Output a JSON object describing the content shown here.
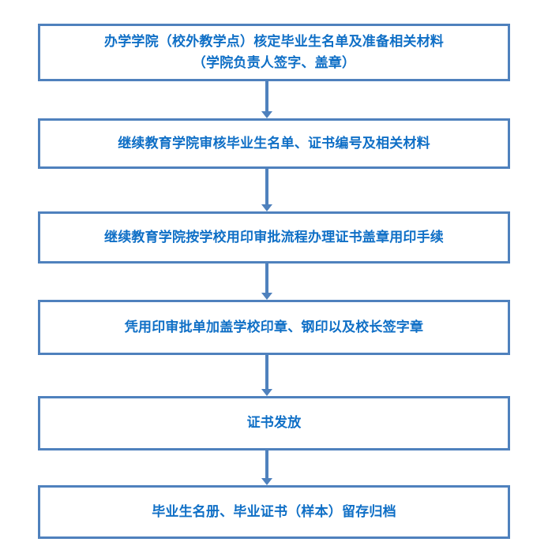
{
  "diagram": {
    "type": "flowchart",
    "orientation": "vertical-top-to-bottom",
    "title": "",
    "colors": {
      "box_border": "#4F81BD",
      "box_fill": "#FFFFFF",
      "text": "#0F6FC6",
      "connector": "#4F81BD",
      "background": "#FFFFFF"
    },
    "nodes": [
      {
        "id": "node-1",
        "label": "办学学院（校外教学点）核定毕业生名单及准备相关材料\n（学院负责人签字、盖章）",
        "shape": "rectangle",
        "lines": 2
      },
      {
        "id": "node-2",
        "label": "继续教育学院审核毕业生名单、证书编号及相关材料",
        "shape": "rectangle",
        "lines": 1
      },
      {
        "id": "node-3",
        "label": "继续教育学院按学校用印审批流程办理证书盖章用印手续",
        "shape": "rectangle",
        "lines": 1
      },
      {
        "id": "node-4",
        "label": "凭用印审批单加盖学校印章、钢印以及校长签字章",
        "shape": "rectangle",
        "lines": 1
      },
      {
        "id": "node-5",
        "label": "证书发放",
        "shape": "rectangle",
        "lines": 1
      },
      {
        "id": "node-6",
        "label": "毕业生名册、毕业证书（样本）留存归档",
        "shape": "rectangle",
        "lines": 1
      }
    ],
    "edges": [
      {
        "id": "edge-1",
        "from": "node-1",
        "to": "node-2",
        "label": "",
        "arrow": "down-arrow"
      },
      {
        "id": "edge-2",
        "from": "node-2",
        "to": "node-3",
        "label": "",
        "arrow": "down-arrow"
      },
      {
        "id": "edge-3",
        "from": "node-3",
        "to": "node-4",
        "label": "",
        "arrow": "down-arrow"
      },
      {
        "id": "edge-4",
        "from": "node-4",
        "to": "node-5",
        "label": "",
        "arrow": "down-arrow"
      },
      {
        "id": "edge-5",
        "from": "node-5",
        "to": "node-6",
        "label": "",
        "arrow": "down-arrow"
      }
    ]
  }
}
